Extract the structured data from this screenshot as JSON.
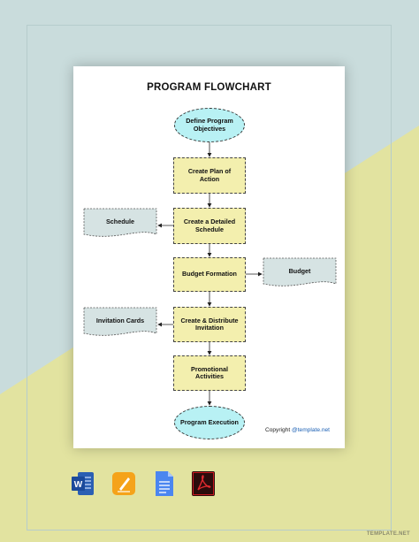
{
  "diagram": {
    "title": "PROGRAM FLOWCHART",
    "nodes": {
      "define": "Define Program Objectives",
      "plan": "Create Plan of Action",
      "schedule_detailed": "Create a Detailed Schedule",
      "budget_formation": "Budget Formation",
      "distribute": "Create & Distribute Invitation",
      "promotional": "Promotional Activities",
      "execution": "Program Execution"
    },
    "docs": {
      "schedule": "Schedule",
      "budget": "Budget",
      "invitation_cards": "Invitation Cards"
    },
    "copyright_prefix": "Copyright",
    "copyright_link": "@template.net"
  },
  "app_icons": [
    "word-icon",
    "pages-icon",
    "google-docs-icon",
    "pdf-icon"
  ],
  "watermark": "TEMPLATE.NET",
  "colors": {
    "terminal_fill": "#b8f1f4",
    "process_fill": "#f3efae",
    "document_fill": "#d6e3e3",
    "background_teal": "#c9dcdc",
    "background_yellow": "#e2e3a0"
  }
}
